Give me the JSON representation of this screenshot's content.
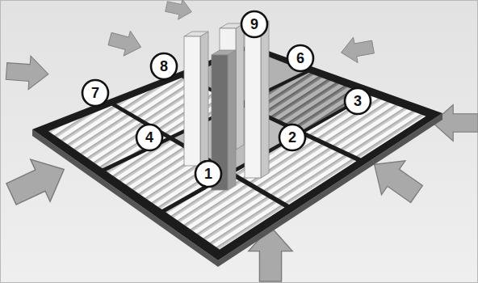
{
  "diagram": {
    "nodes": [
      {
        "text": [
          "9"
        ]
      },
      {
        "text": [
          "6"
        ]
      },
      {
        "text": [
          "8"
        ]
      },
      {
        "text": [
          "7"
        ]
      },
      {
        "text": [
          "3"
        ]
      },
      {
        "text": [
          "4"
        ]
      },
      {
        "text": [
          "2"
        ]
      },
      {
        "text": [
          "1"
        ]
      }
    ]
  }
}
